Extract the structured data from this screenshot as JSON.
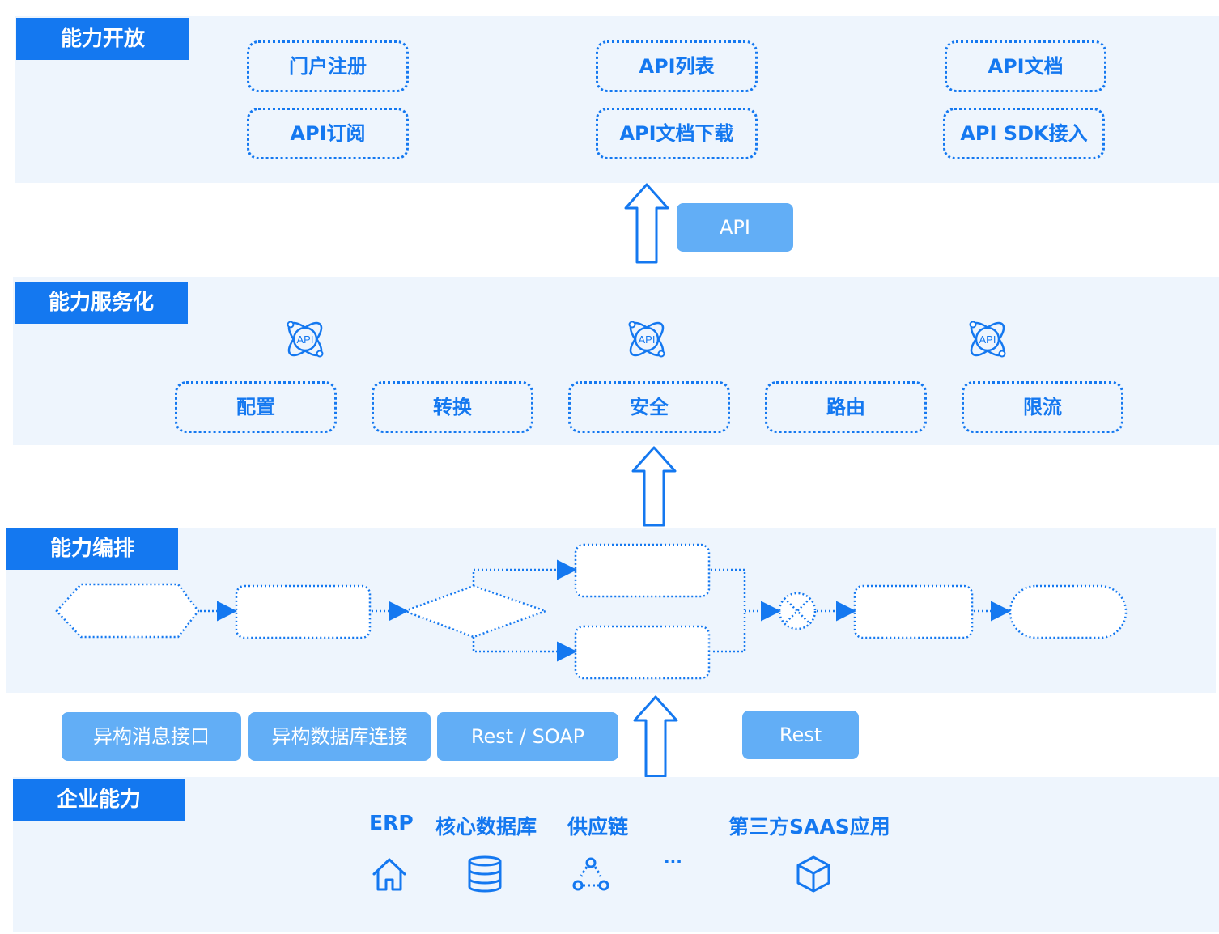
{
  "layers": {
    "open": {
      "tag": "能力开放",
      "items": [
        "门户注册",
        "API列表",
        "API文档",
        "API订阅",
        "API文档下载",
        "API SDK接入"
      ]
    },
    "api_badge": "API",
    "service": {
      "tag": "能力服务化",
      "icon_label": "API",
      "items": [
        "配置",
        "转换",
        "安全",
        "路由",
        "限流"
      ]
    },
    "orchestration": {
      "tag": "能力编排"
    },
    "connectors": [
      "异构消息接口",
      "异构数据库连接",
      "Rest / SOAP",
      "Rest"
    ],
    "enterprise": {
      "tag": "企业能力",
      "items": [
        "ERP",
        "核心数据库",
        "供应链",
        "···",
        "第三方SAAS应用"
      ]
    }
  },
  "colors": {
    "primary": "#1478f0",
    "band": "#eef5fd",
    "chip": "#62aef6"
  },
  "icons": [
    "atom-api-icon",
    "home-icon",
    "database-icon",
    "supply-chain-icon",
    "cube-icon",
    "up-arrow-icon",
    "merge-x-icon"
  ]
}
